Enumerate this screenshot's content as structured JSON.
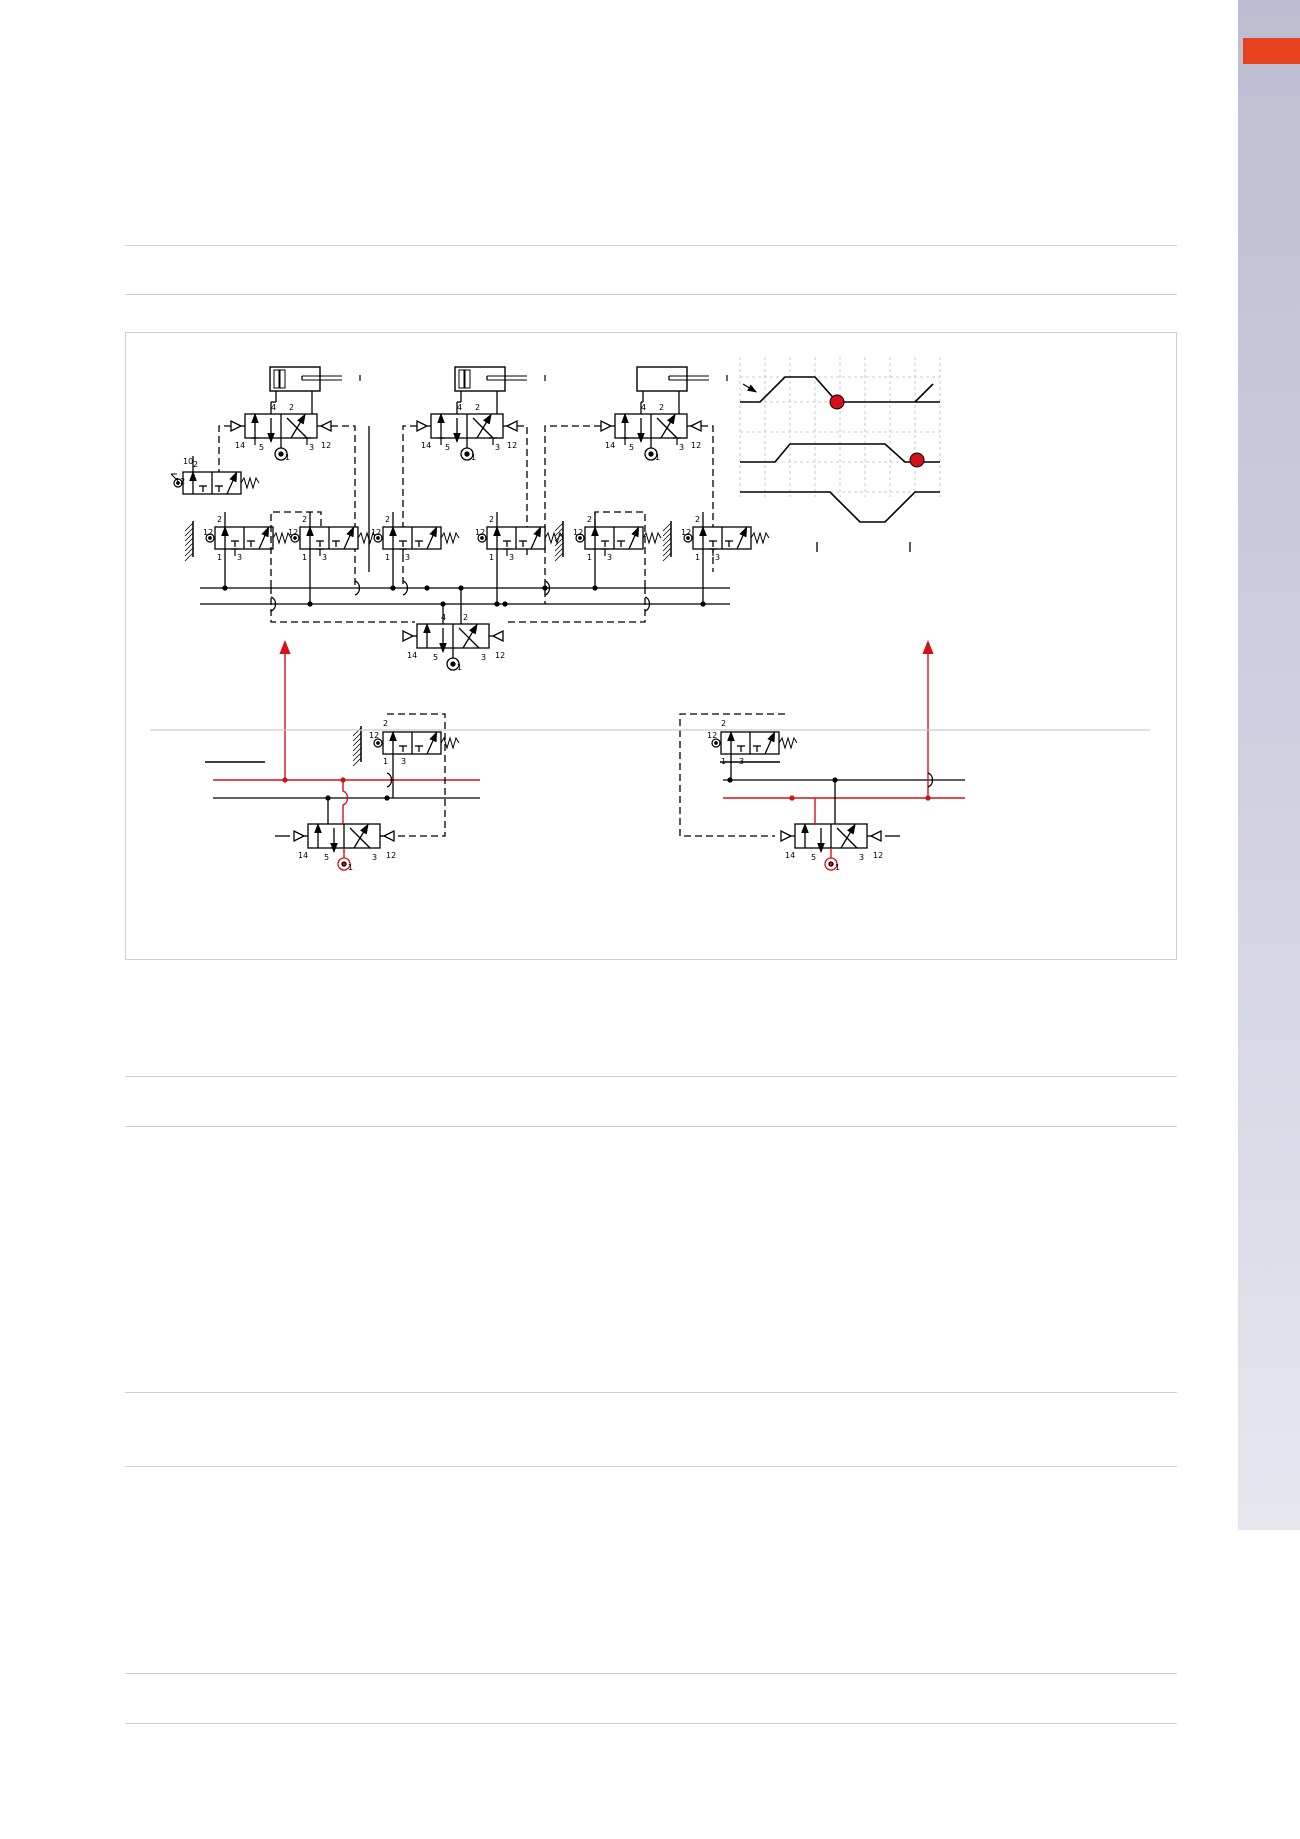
{
  "sidebar": {
    "accent": "#e8411f",
    "gradient_top": "#bcbdd2",
    "gradient_bottom": "#e6e6ef"
  },
  "colors": {
    "line": "#000000",
    "highlight": "#d4101b",
    "grid": "#bbbbbb",
    "rule": "#d0d0d0"
  },
  "diagram": {
    "ports": {
      "p1": "1",
      "p2": "2",
      "p3": "3",
      "p4": "4",
      "p5": "5",
      "p10": "10",
      "p12": "12",
      "p14": "14"
    },
    "icons": [
      "pneumatic-cylinder-icon",
      "5-2-way-valve-icon",
      "3-2-way-valve-icon",
      "pressure-source-icon",
      "roller-lever-icon",
      "spring-return-icon"
    ],
    "timing_highlights": 2
  }
}
